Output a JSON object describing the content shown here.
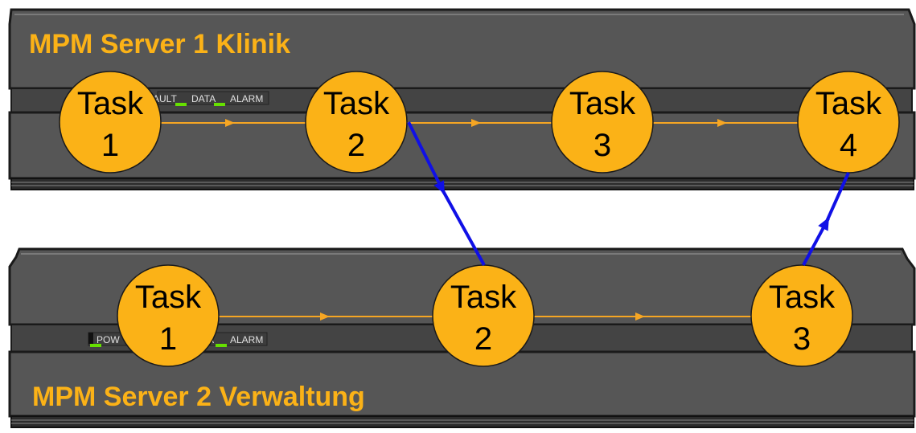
{
  "colors": {
    "chassis": "#555555",
    "chassis_dark": "#3a3a3a",
    "chassis_edge": "#1a1a1a",
    "title": "#fbb217",
    "task_fill": "#fbb217",
    "flow_arrow": "#f6a623",
    "cross_arrow": "#1010e6",
    "led_green": "#66e000"
  },
  "server1": {
    "title": "MPM Server 1 Klinik",
    "leds": [
      "AULT",
      "DATA",
      "ALARM"
    ],
    "tasks": [
      {
        "word": "Task",
        "num": "1"
      },
      {
        "word": "Task",
        "num": "2"
      },
      {
        "word": "Task",
        "num": "3"
      },
      {
        "word": "Task",
        "num": "4"
      }
    ]
  },
  "server2": {
    "title": "MPM Server 2 Verwaltung",
    "leds": [
      "POW",
      "A",
      "ALARM"
    ],
    "tasks": [
      {
        "word": "Task",
        "num": "1"
      },
      {
        "word": "Task",
        "num": "2"
      },
      {
        "word": "Task",
        "num": "3"
      }
    ]
  },
  "connections": [
    {
      "from": "server1.task2",
      "to": "server2.task2"
    },
    {
      "from": "server2.task3",
      "to": "server1.task4"
    }
  ]
}
